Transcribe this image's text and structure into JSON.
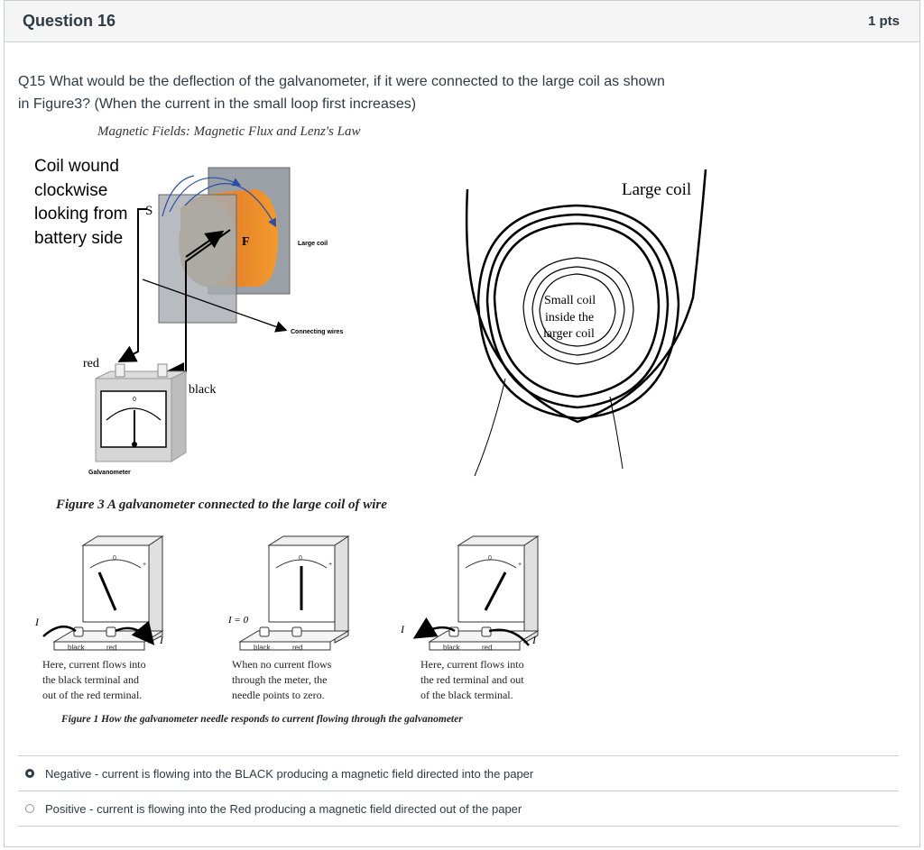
{
  "question": {
    "title": "Question 16",
    "points": "1 pts",
    "text": "Q15 What would be the deflection of the galvanometer, if it were connected to the large coil as shown in Figure3? (When the current in the small loop first increases)"
  },
  "figure3": {
    "header": "Magnetic Fields: Magnetic Flux and Lenz's Law",
    "coil_note": [
      "Coil wound",
      "clockwise",
      "looking from",
      "battery side"
    ],
    "label_s": "S",
    "label_f": "F",
    "label_large_coil_small": "Large coil",
    "label_connecting_wires": "Connecting wires",
    "label_red": "red",
    "label_black": "black",
    "label_zero": "0",
    "label_galvanometer": "Galvanometer",
    "caption": "Figure 3  A galvanometer connected to the large coil of wire",
    "right_large_coil": "Large coil",
    "right_small_coil": [
      "Small coil",
      "inside the",
      "larger coil"
    ]
  },
  "figure1": {
    "meters": [
      {
        "label_current": "I",
        "label_current2": "I",
        "black": "black",
        "red": "red",
        "zero": "0",
        "plus": "+",
        "desc": [
          "Here, current flows into",
          "the black terminal and",
          "out of the red terminal."
        ]
      },
      {
        "label_current": "I = 0",
        "black": "black",
        "red": "red",
        "zero": "0",
        "plus": "+",
        "desc": [
          "When no current flows",
          "through the meter, the",
          "needle points to zero."
        ]
      },
      {
        "label_current": "I",
        "label_current2": "I",
        "black": "black",
        "red": "red",
        "zero": "0",
        "plus": "+",
        "desc": [
          "Here, current flows into",
          "the red terminal and out",
          "of the black terminal."
        ]
      }
    ],
    "caption": "Figure 1  How the galvanometer needle responds to current flowing through the galvanometer"
  },
  "answers": [
    {
      "label": "Negative - current is flowing into the BLACK producing a magnetic field directed into the paper",
      "selected": true
    },
    {
      "label": "Positive - current is flowing into the Red producing a magnetic field directed out of the paper",
      "selected": false
    }
  ]
}
